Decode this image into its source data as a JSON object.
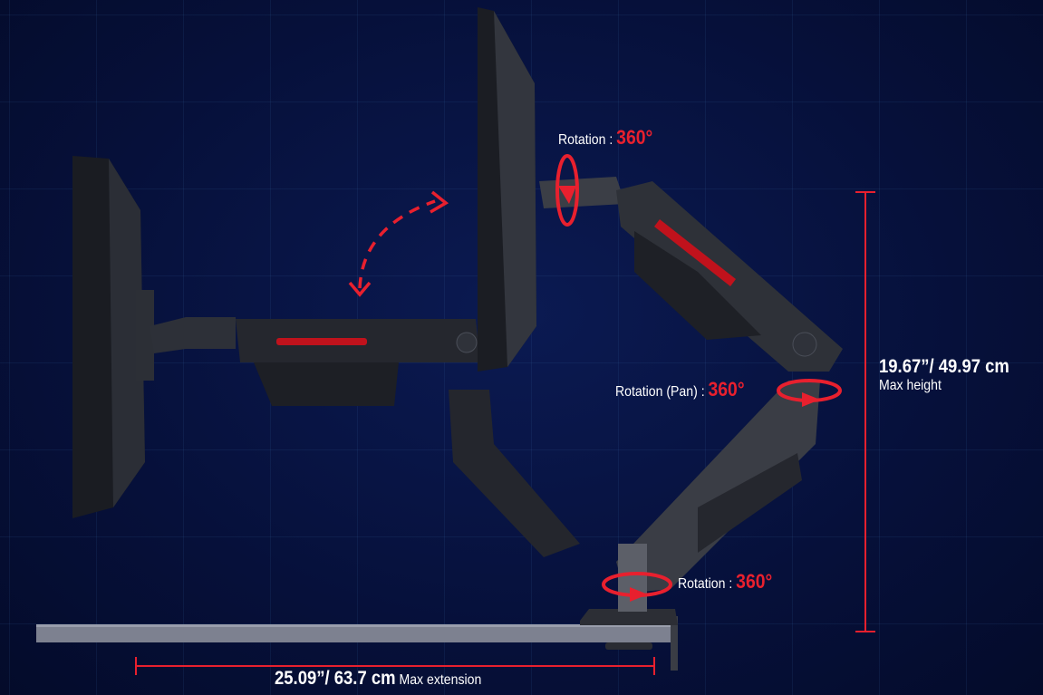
{
  "annotations": {
    "top_rotation": {
      "label": "Rotation : ",
      "value": "360°"
    },
    "pan_rotation": {
      "label": "Rotation (Pan) : ",
      "value": "360°"
    },
    "base_rotation": {
      "label": "Rotation : ",
      "value": "360°"
    },
    "height": {
      "value": "19.67”/ 49.97 cm",
      "caption": "Max height"
    },
    "extension": {
      "value": "25.09”/ 63.7 cm",
      "caption": "Max extension"
    }
  },
  "colors": {
    "accent": "#e8202e",
    "background": "#07123d"
  }
}
